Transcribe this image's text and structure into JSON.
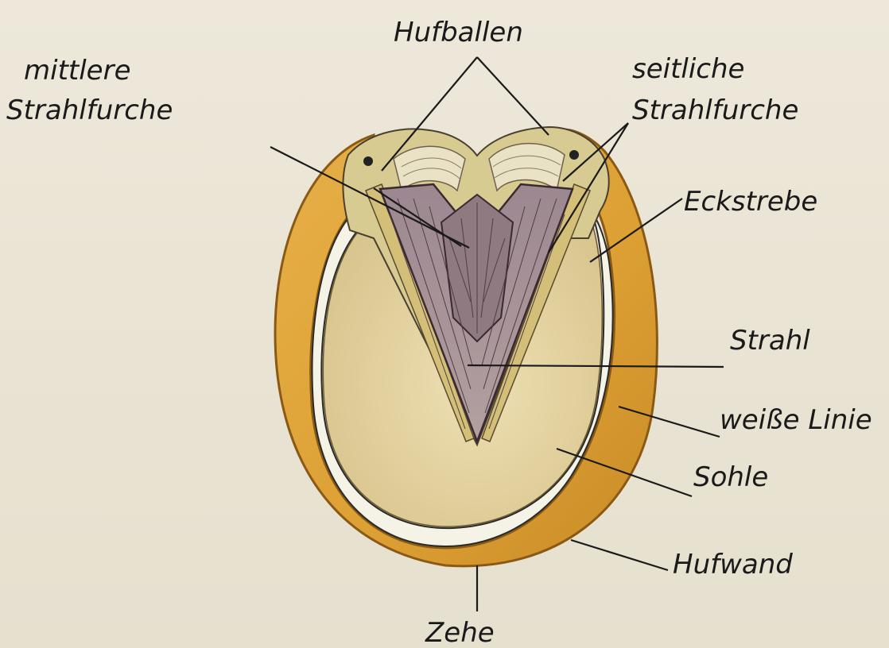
{
  "labels": {
    "hufballen": "Hufballen",
    "mittlere_line1": "mittlere",
    "mittlere_line2": "Strahlfurche",
    "seitliche_line1": "seitliche",
    "seitliche_line2": "Strahlfurche",
    "eckstrebe": "Eckstrebe",
    "strahl": "Strahl",
    "weisse_linie": "weiße Linie",
    "sohle": "Sohle",
    "hufwand": "Hufwand",
    "zehe": "Zehe"
  },
  "colors": {
    "paper": "#ece7d8",
    "hoof_wall": "#e0a53a",
    "hoof_wall_dark": "#b87a1c",
    "white_line": "#f4f1e4",
    "sole": "#e2d2a0",
    "frog": "#a08a8c",
    "frog_dark": "#5e4a52",
    "bulbs": "#cfc28a",
    "ink": "#1a1a1a"
  }
}
